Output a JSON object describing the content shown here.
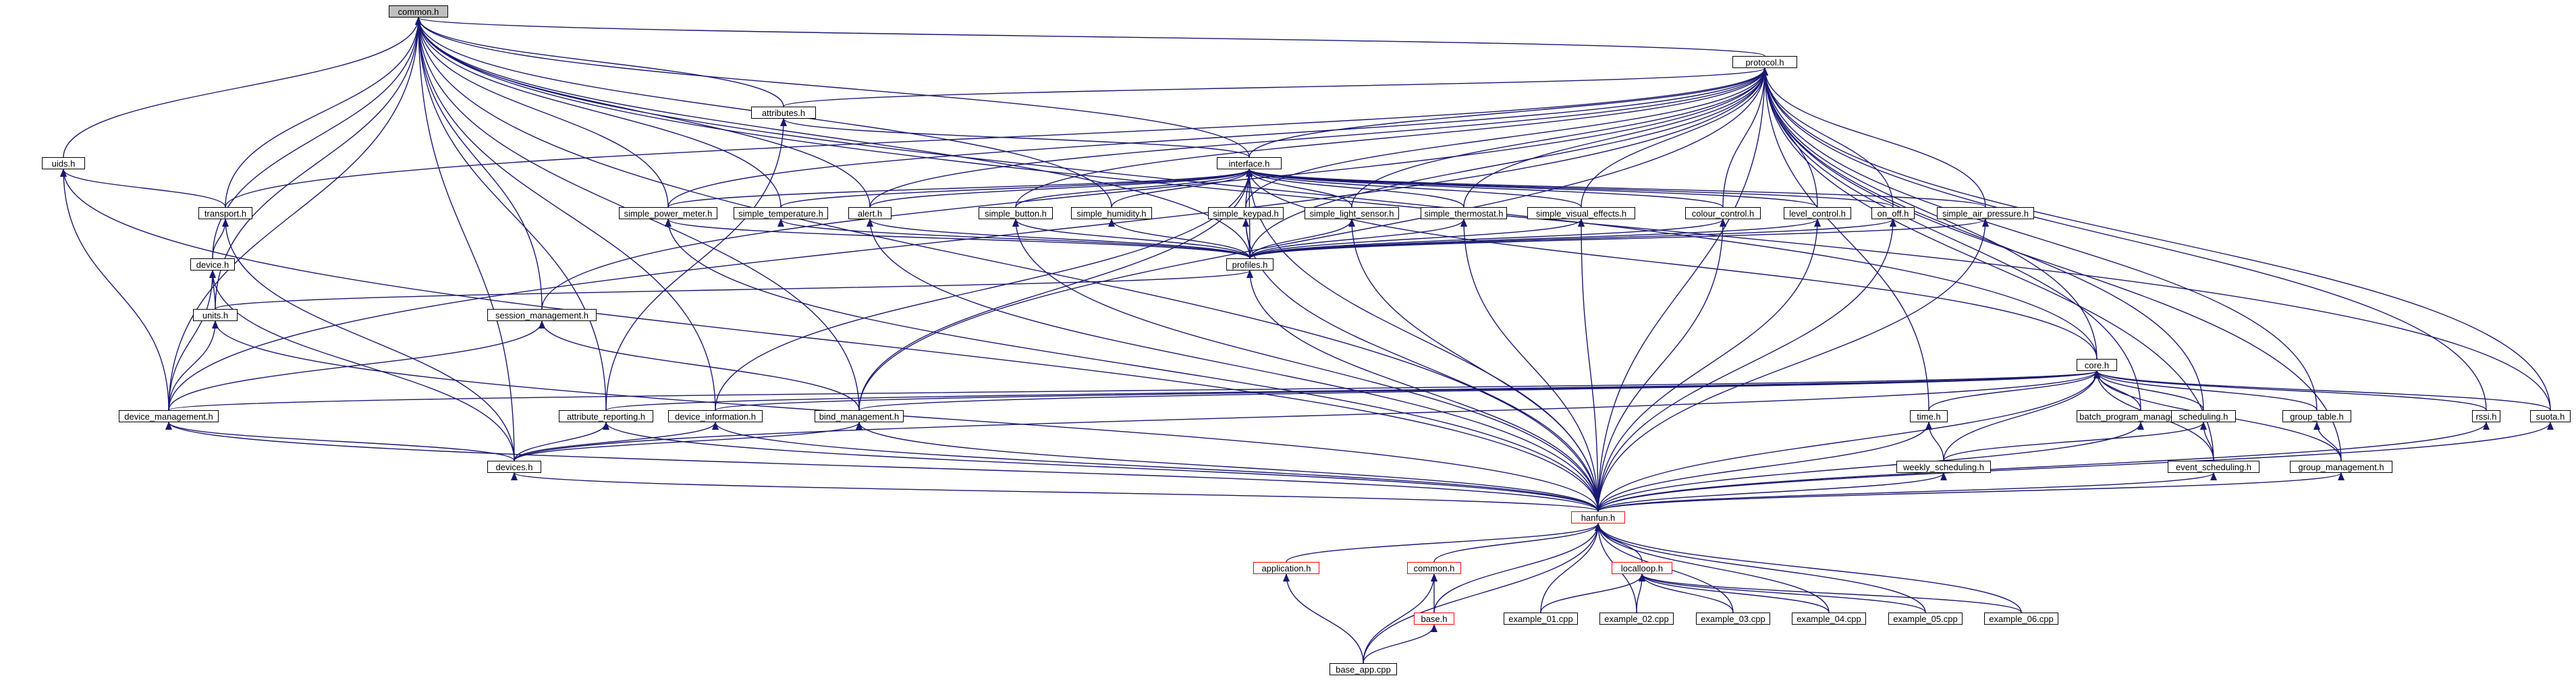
{
  "colors": {
    "edge": "#191970",
    "node_border": "#000000",
    "node_border_truncated": "#ff0000",
    "selected_fill": "#bfbfbf",
    "background": "#ffffff"
  },
  "nodes": [
    {
      "id": "common_h",
      "label": "common.h",
      "selected": true
    },
    {
      "id": "protocol_h",
      "label": "protocol.h"
    },
    {
      "id": "attributes_h",
      "label": "attributes.h"
    },
    {
      "id": "uids_h",
      "label": "uids.h"
    },
    {
      "id": "transport_h",
      "label": "transport.h"
    },
    {
      "id": "interface_h",
      "label": "interface.h"
    },
    {
      "id": "simple_power_meter_h",
      "label": "simple_power_meter.h"
    },
    {
      "id": "simple_temperature_h",
      "label": "simple_temperature.h"
    },
    {
      "id": "alert_h",
      "label": "alert.h"
    },
    {
      "id": "simple_button_h",
      "label": "simple_button.h"
    },
    {
      "id": "simple_humidity_h",
      "label": "simple_humidity.h"
    },
    {
      "id": "simple_keypad_h",
      "label": "simple_keypad.h"
    },
    {
      "id": "simple_light_sensor_h",
      "label": "simple_light_sensor.h"
    },
    {
      "id": "simple_thermostat_h",
      "label": "simple_thermostat.h"
    },
    {
      "id": "simple_visual_effects_h",
      "label": "simple_visual_effects.h"
    },
    {
      "id": "colour_control_h",
      "label": "colour_control.h"
    },
    {
      "id": "level_control_h",
      "label": "level_control.h"
    },
    {
      "id": "on_off_h",
      "label": "on_off.h"
    },
    {
      "id": "simple_air_pressure_h",
      "label": "simple_air_pressure.h"
    },
    {
      "id": "device_h",
      "label": "device.h"
    },
    {
      "id": "profiles_h",
      "label": "profiles.h"
    },
    {
      "id": "units_h",
      "label": "units.h"
    },
    {
      "id": "session_management_h",
      "label": "session_management.h"
    },
    {
      "id": "core_h",
      "label": "core.h"
    },
    {
      "id": "device_management_h",
      "label": "device_management.h"
    },
    {
      "id": "attribute_reporting_h",
      "label": "attribute_reporting.h"
    },
    {
      "id": "device_information_h",
      "label": "device_information.h"
    },
    {
      "id": "bind_management_h",
      "label": "bind_management.h"
    },
    {
      "id": "time_h",
      "label": "time.h"
    },
    {
      "id": "batch_program_management_h",
      "label": "batch_program_management.h"
    },
    {
      "id": "scheduling_h",
      "label": "scheduling.h"
    },
    {
      "id": "group_table_h",
      "label": "group_table.h"
    },
    {
      "id": "rssi_h",
      "label": "rssi.h"
    },
    {
      "id": "suota_h",
      "label": "suota.h"
    },
    {
      "id": "devices_h",
      "label": "devices.h"
    },
    {
      "id": "weekly_scheduling_h",
      "label": "weekly_scheduling.h"
    },
    {
      "id": "event_scheduling_h",
      "label": "event_scheduling.h"
    },
    {
      "id": "group_management_h",
      "label": "group_management.h"
    },
    {
      "id": "hanfun_h",
      "label": "hanfun.h",
      "truncated": true
    },
    {
      "id": "application_h",
      "label": "application.h",
      "truncated": true
    },
    {
      "id": "common_h_2",
      "label": "common.h",
      "truncated": true
    },
    {
      "id": "localloop_h",
      "label": "localloop.h",
      "truncated": true
    },
    {
      "id": "base_h",
      "label": "base.h",
      "truncated": true
    },
    {
      "id": "example_01_cpp",
      "label": "example_01.cpp"
    },
    {
      "id": "example_02_cpp",
      "label": "example_02.cpp"
    },
    {
      "id": "example_03_cpp",
      "label": "example_03.cpp"
    },
    {
      "id": "example_04_cpp",
      "label": "example_04.cpp"
    },
    {
      "id": "example_05_cpp",
      "label": "example_05.cpp"
    },
    {
      "id": "example_06_cpp",
      "label": "example_06.cpp"
    },
    {
      "id": "base_app_cpp",
      "label": "base_app.cpp"
    }
  ],
  "edges": [
    [
      "protocol_h",
      "common_h"
    ],
    [
      "attributes_h",
      "common_h"
    ],
    [
      "uids_h",
      "common_h"
    ],
    [
      "transport_h",
      "common_h"
    ],
    [
      "interface_h",
      "common_h"
    ],
    [
      "simple_power_meter_h",
      "common_h"
    ],
    [
      "simple_temperature_h",
      "common_h"
    ],
    [
      "alert_h",
      "common_h"
    ],
    [
      "simple_humidity_h",
      "common_h"
    ],
    [
      "device_h",
      "common_h"
    ],
    [
      "profiles_h",
      "common_h"
    ],
    [
      "units_h",
      "common_h"
    ],
    [
      "session_management_h",
      "common_h"
    ],
    [
      "core_h",
      "common_h"
    ],
    [
      "device_management_h",
      "common_h"
    ],
    [
      "attribute_reporting_h",
      "common_h"
    ],
    [
      "device_information_h",
      "common_h"
    ],
    [
      "bind_management_h",
      "common_h"
    ],
    [
      "suota_h",
      "common_h"
    ],
    [
      "devices_h",
      "common_h"
    ],
    [
      "hanfun_h",
      "common_h"
    ],
    [
      "attributes_h",
      "protocol_h"
    ],
    [
      "transport_h",
      "protocol_h"
    ],
    [
      "interface_h",
      "protocol_h"
    ],
    [
      "simple_power_meter_h",
      "protocol_h"
    ],
    [
      "alert_h",
      "protocol_h"
    ],
    [
      "simple_button_h",
      "protocol_h"
    ],
    [
      "simple_keypad_h",
      "protocol_h"
    ],
    [
      "simple_light_sensor_h",
      "protocol_h"
    ],
    [
      "simple_thermostat_h",
      "protocol_h"
    ],
    [
      "simple_visual_effects_h",
      "protocol_h"
    ],
    [
      "colour_control_h",
      "protocol_h"
    ],
    [
      "level_control_h",
      "protocol_h"
    ],
    [
      "on_off_h",
      "protocol_h"
    ],
    [
      "simple_air_pressure_h",
      "protocol_h"
    ],
    [
      "profiles_h",
      "protocol_h"
    ],
    [
      "session_management_h",
      "protocol_h"
    ],
    [
      "core_h",
      "protocol_h"
    ],
    [
      "device_management_h",
      "protocol_h"
    ],
    [
      "bind_management_h",
      "protocol_h"
    ],
    [
      "time_h",
      "protocol_h"
    ],
    [
      "batch_program_management_h",
      "protocol_h"
    ],
    [
      "scheduling_h",
      "protocol_h"
    ],
    [
      "group_table_h",
      "protocol_h"
    ],
    [
      "rssi_h",
      "protocol_h"
    ],
    [
      "suota_h",
      "protocol_h"
    ],
    [
      "event_scheduling_h",
      "protocol_h"
    ],
    [
      "group_management_h",
      "protocol_h"
    ],
    [
      "hanfun_h",
      "protocol_h"
    ],
    [
      "interface_h",
      "attributes_h"
    ],
    [
      "attribute_reporting_h",
      "attributes_h"
    ],
    [
      "transport_h",
      "uids_h"
    ],
    [
      "device_management_h",
      "uids_h"
    ],
    [
      "hanfun_h",
      "uids_h"
    ],
    [
      "device_h",
      "transport_h"
    ],
    [
      "devices_h",
      "transport_h"
    ],
    [
      "simple_power_meter_h",
      "interface_h"
    ],
    [
      "simple_temperature_h",
      "interface_h"
    ],
    [
      "alert_h",
      "interface_h"
    ],
    [
      "simple_button_h",
      "interface_h"
    ],
    [
      "simple_humidity_h",
      "interface_h"
    ],
    [
      "simple_keypad_h",
      "interface_h"
    ],
    [
      "simple_light_sensor_h",
      "interface_h"
    ],
    [
      "simple_thermostat_h",
      "interface_h"
    ],
    [
      "simple_visual_effects_h",
      "interface_h"
    ],
    [
      "colour_control_h",
      "interface_h"
    ],
    [
      "level_control_h",
      "interface_h"
    ],
    [
      "on_off_h",
      "interface_h"
    ],
    [
      "simple_air_pressure_h",
      "interface_h"
    ],
    [
      "profiles_h",
      "interface_h"
    ],
    [
      "core_h",
      "interface_h"
    ],
    [
      "device_information_h",
      "interface_h"
    ],
    [
      "bind_management_h",
      "interface_h"
    ],
    [
      "hanfun_h",
      "interface_h"
    ],
    [
      "profiles_h",
      "simple_power_meter_h"
    ],
    [
      "hanfun_h",
      "simple_power_meter_h"
    ],
    [
      "profiles_h",
      "simple_temperature_h"
    ],
    [
      "profiles_h",
      "alert_h"
    ],
    [
      "hanfun_h",
      "alert_h"
    ],
    [
      "profiles_h",
      "simple_button_h"
    ],
    [
      "hanfun_h",
      "simple_button_h"
    ],
    [
      "profiles_h",
      "simple_humidity_h"
    ],
    [
      "profiles_h",
      "simple_keypad_h"
    ],
    [
      "hanfun_h",
      "simple_keypad_h"
    ],
    [
      "profiles_h",
      "simple_light_sensor_h"
    ],
    [
      "hanfun_h",
      "simple_light_sensor_h"
    ],
    [
      "profiles_h",
      "simple_thermostat_h"
    ],
    [
      "hanfun_h",
      "simple_thermostat_h"
    ],
    [
      "profiles_h",
      "simple_visual_effects_h"
    ],
    [
      "hanfun_h",
      "simple_visual_effects_h"
    ],
    [
      "profiles_h",
      "colour_control_h"
    ],
    [
      "hanfun_h",
      "colour_control_h"
    ],
    [
      "profiles_h",
      "level_control_h"
    ],
    [
      "hanfun_h",
      "level_control_h"
    ],
    [
      "profiles_h",
      "on_off_h"
    ],
    [
      "hanfun_h",
      "on_off_h"
    ],
    [
      "profiles_h",
      "simple_air_pressure_h"
    ],
    [
      "hanfun_h",
      "simple_air_pressure_h"
    ],
    [
      "units_h",
      "device_h"
    ],
    [
      "device_management_h",
      "device_h"
    ],
    [
      "devices_h",
      "device_h"
    ],
    [
      "units_h",
      "profiles_h"
    ],
    [
      "hanfun_h",
      "profiles_h"
    ],
    [
      "device_management_h",
      "units_h"
    ],
    [
      "hanfun_h",
      "units_h"
    ],
    [
      "device_management_h",
      "session_management_h"
    ],
    [
      "bind_management_h",
      "session_management_h"
    ],
    [
      "device_management_h",
      "core_h"
    ],
    [
      "attribute_reporting_h",
      "core_h"
    ],
    [
      "device_information_h",
      "core_h"
    ],
    [
      "bind_management_h",
      "core_h"
    ],
    [
      "time_h",
      "core_h"
    ],
    [
      "batch_program_management_h",
      "core_h"
    ],
    [
      "scheduling_h",
      "core_h"
    ],
    [
      "group_table_h",
      "core_h"
    ],
    [
      "rssi_h",
      "core_h"
    ],
    [
      "suota_h",
      "core_h"
    ],
    [
      "devices_h",
      "core_h"
    ],
    [
      "weekly_scheduling_h",
      "core_h"
    ],
    [
      "event_scheduling_h",
      "core_h"
    ],
    [
      "group_management_h",
      "core_h"
    ],
    [
      "hanfun_h",
      "core_h"
    ],
    [
      "devices_h",
      "device_management_h"
    ],
    [
      "hanfun_h",
      "device_management_h"
    ],
    [
      "devices_h",
      "attribute_reporting_h"
    ],
    [
      "hanfun_h",
      "attribute_reporting_h"
    ],
    [
      "devices_h",
      "device_information_h"
    ],
    [
      "hanfun_h",
      "device_information_h"
    ],
    [
      "devices_h",
      "bind_management_h"
    ],
    [
      "hanfun_h",
      "bind_management_h"
    ],
    [
      "weekly_scheduling_h",
      "time_h"
    ],
    [
      "hanfun_h",
      "time_h"
    ],
    [
      "hanfun_h",
      "batch_program_management_h"
    ],
    [
      "weekly_scheduling_h",
      "scheduling_h"
    ],
    [
      "event_scheduling_h",
      "scheduling_h"
    ],
    [
      "group_management_h",
      "group_table_h"
    ],
    [
      "hanfun_h",
      "rssi_h"
    ],
    [
      "hanfun_h",
      "suota_h"
    ],
    [
      "hanfun_h",
      "devices_h"
    ],
    [
      "hanfun_h",
      "weekly_scheduling_h"
    ],
    [
      "hanfun_h",
      "event_scheduling_h"
    ],
    [
      "hanfun_h",
      "group_management_h"
    ],
    [
      "application_h",
      "hanfun_h"
    ],
    [
      "common_h_2",
      "hanfun_h"
    ],
    [
      "localloop_h",
      "hanfun_h"
    ],
    [
      "base_h",
      "hanfun_h"
    ],
    [
      "example_01_cpp",
      "hanfun_h"
    ],
    [
      "example_02_cpp",
      "hanfun_h"
    ],
    [
      "example_03_cpp",
      "hanfun_h"
    ],
    [
      "example_04_cpp",
      "hanfun_h"
    ],
    [
      "example_05_cpp",
      "hanfun_h"
    ],
    [
      "example_06_cpp",
      "hanfun_h"
    ],
    [
      "base_app_cpp",
      "hanfun_h"
    ],
    [
      "base_app_cpp",
      "application_h"
    ],
    [
      "base_h",
      "common_h_2"
    ],
    [
      "base_app_cpp",
      "common_h_2"
    ],
    [
      "example_01_cpp",
      "localloop_h"
    ],
    [
      "example_02_cpp",
      "localloop_h"
    ],
    [
      "example_03_cpp",
      "localloop_h"
    ],
    [
      "example_04_cpp",
      "localloop_h"
    ],
    [
      "example_05_cpp",
      "localloop_h"
    ],
    [
      "example_06_cpp",
      "localloop_h"
    ],
    [
      "base_app_cpp",
      "base_h"
    ]
  ]
}
